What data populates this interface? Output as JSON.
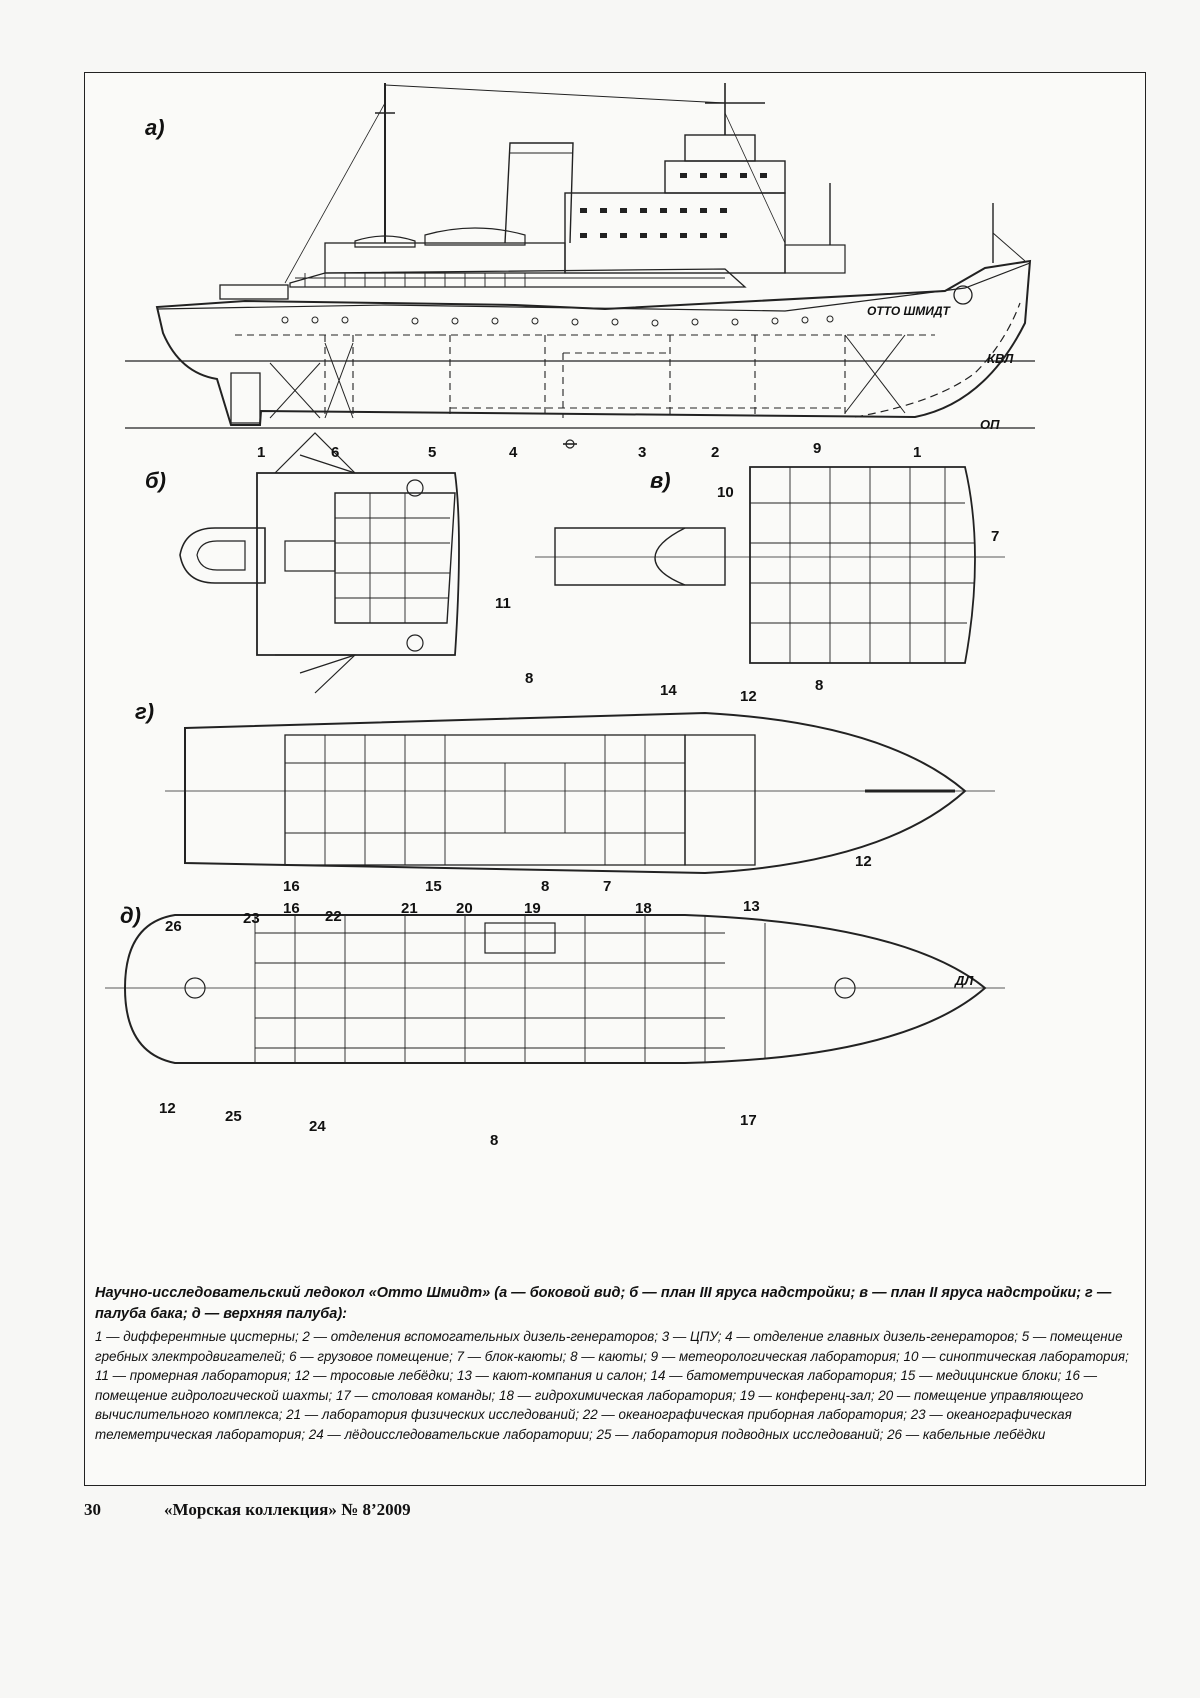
{
  "figure": {
    "view_labels": {
      "a": "а)",
      "b": "б)",
      "v": "в)",
      "g": "г)",
      "d": "д)"
    },
    "side_view": {
      "ship_name": "ОТТО ШМИДТ",
      "waterline_label": "КВЛ",
      "baseline_label": "ОП",
      "callouts": [
        "1",
        "6",
        "5",
        "4",
        "3",
        "2",
        "1"
      ]
    },
    "plan_b": {
      "callouts": [
        "11"
      ]
    },
    "plan_v": {
      "callouts": [
        "9",
        "10",
        "7",
        "8"
      ]
    },
    "deck_g": {
      "callouts": [
        "8",
        "14",
        "12",
        "16",
        "15",
        "8",
        "7",
        "13",
        "12"
      ]
    },
    "deck_d": {
      "centerline_label": "ДЛ",
      "callouts": [
        "26",
        "23",
        "16",
        "22",
        "21",
        "20",
        "19",
        "18",
        "12",
        "25",
        "24",
        "8",
        "17"
      ]
    }
  },
  "caption": {
    "title": "Научно-исследовательский ледокол «Отто Шмидт» (а — боковой вид; б — план III яруса надстройки; в — план II яруса надстройки; г — палуба бака; д — верхняя палуба):",
    "body": "1 — дифферентные цистерны; 2 — отделения вспомогательных дизель-генераторов; 3 — ЦПУ; 4 — отделение главных дизель-генераторов; 5 — помещение гребных электродвигателей; 6 — грузовое помещение; 7 — блок-каюты; 8 — каюты; 9 — метеорологическая лаборатория; 10 — синоптическая лаборатория; 11 — промерная лаборатория; 12 — тросовые лебёдки; 13 — кают-компания и салон; 14 — батометрическая лаборатория; 15 — медицинские блоки; 16 — помещение гидрологической шахты; 17 — столовая команды; 18 — гидрохимическая лаборатория; 19 — конференц-зал; 20 — помещение управляющего вычислительного комплекса; 21 — лаборатория физических исследований; 22 — океанографическая приборная лаборатория; 23 — океанографическая телеметрическая лаборатория; 24 — лёдоисследовательские лаборатории; 25 — лаборатория подводных исследований; 26 — кабельные лебёдки"
  },
  "footer": {
    "page_number": "30",
    "magazine": "«Морская коллекция» № 8’2009"
  }
}
